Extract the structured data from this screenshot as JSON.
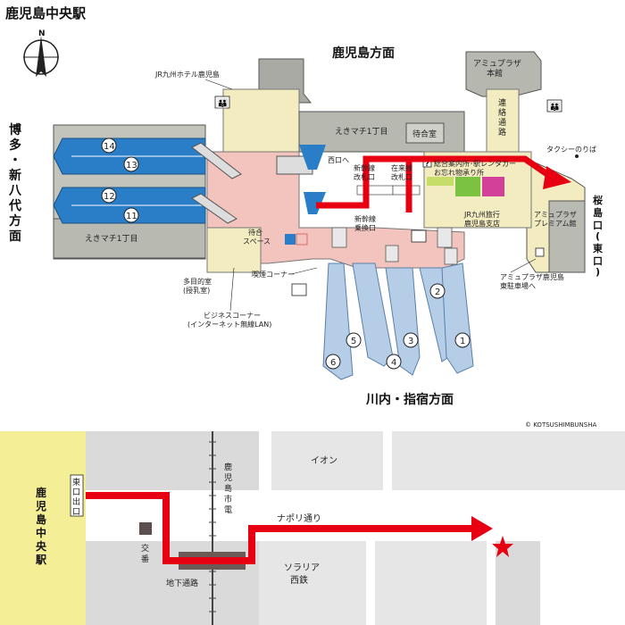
{
  "title": "鹿児島中央駅",
  "directions": {
    "north": "鹿児島方面",
    "south": "川内・指宿方面",
    "west": [
      "博",
      "多",
      "・",
      "新",
      "八",
      "代",
      "方",
      "面"
    ],
    "east": [
      "桜",
      "島",
      "口",
      "(",
      "東",
      "口",
      ")"
    ]
  },
  "compass": "N",
  "platform_numbers": {
    "p14": "14",
    "p13": "13",
    "p12": "12",
    "p11": "11",
    "p1": "1",
    "p2": "2",
    "p3": "3",
    "p4": "4",
    "p5": "5",
    "p6": "6"
  },
  "station_labels": {
    "hotel": "JR九州ホテル鹿児島",
    "amu_main_1": "アミュプラザ",
    "amu_main_2": "本館",
    "connect": [
      "連",
      "絡",
      "通",
      "路"
    ],
    "ekimachi_1": "えきマチ1丁目",
    "ekimachi_2": "えきマチ1丁目",
    "waiting_room": "待合室",
    "west_exit": "西口へ",
    "taxi": "タクシーのりば",
    "shinkansen_gate_1": "新幹線",
    "shinkansen_gate_2": "改札口",
    "zairaisen_gate_1": "在来線",
    "zairaisen_gate_2": "改札口",
    "info_1": "総合案内所･駅レンタカー",
    "info_2": "お忘れ物承り所",
    "jrtravel_1": "JR九州旅行",
    "jrtravel_2": "鹿児島支店",
    "amu_premium_1": "アミュプラザ",
    "amu_premium_2": "プレミアム館",
    "waiting_space_1": "待合",
    "waiting_space_2": "スペース",
    "transfer_1": "新幹線",
    "transfer_2": "乗換口",
    "smoking": "喫煙コーナー",
    "multipurpose_1": "多目的室",
    "multipurpose_2": "(授乳室)",
    "business_1": "ビジネスコーナー",
    "business_2": "(インターネット無線LAN)",
    "parking_1": "アミュプラザ鹿児島",
    "parking_2": "東駐車場へ"
  },
  "copyright": "© KOTSUSHIMBUNSHA",
  "street_map": {
    "station_name": [
      "鹿",
      "児",
      "島",
      "中",
      "央",
      "駅"
    ],
    "east_exit": [
      "東",
      "口",
      "出",
      "口"
    ],
    "tram": [
      "鹿",
      "児",
      "島",
      "市",
      "電"
    ],
    "aeon": "イオン",
    "napoli": "ナポリ通り",
    "koban": [
      "交",
      "番"
    ],
    "underpass": "地下通路",
    "solaria_1": "ソラリア",
    "solaria_2": "西鉄"
  },
  "colors": {
    "route": "#e60012",
    "platform_blue": "#2a7ec7",
    "platform_light": "#b6cde8",
    "concourse_pink": "#f3c4bd",
    "building_gray": "#b9bbb3",
    "cream": "#f3ecc0",
    "map_gray": "#dadada",
    "station_yellow": "#f4ee96",
    "green": "#7cc242",
    "magenta": "#d2409a"
  }
}
